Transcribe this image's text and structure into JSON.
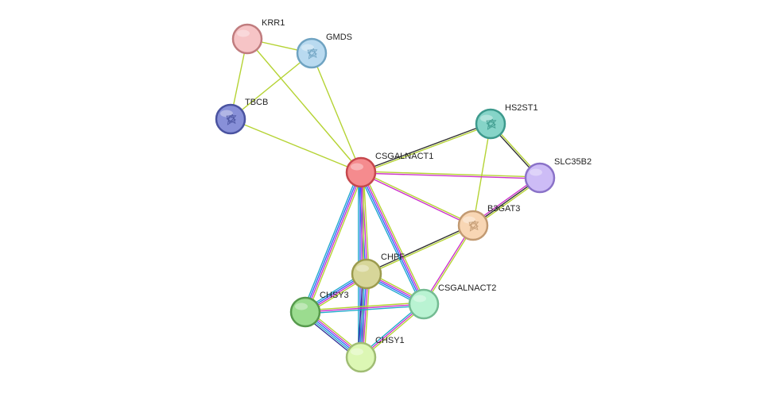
{
  "network": {
    "nodes": [
      {
        "id": "KRR1",
        "label": "KRR1",
        "color": "#f6c4c6",
        "stroke": "#c07c7e",
        "glyph": ""
      },
      {
        "id": "GMDS",
        "label": "GMDS",
        "color": "#b9daf0",
        "stroke": "#6fa3c2",
        "glyph": "protein-structure-icon"
      },
      {
        "id": "TBCB",
        "label": "TBCB",
        "color": "#8890d8",
        "stroke": "#4a53a0",
        "glyph": "protein-structure-icon"
      },
      {
        "id": "CSGALNACT1",
        "label": "CSGALNACT1",
        "color": "#f58b8e",
        "stroke": "#c6474c",
        "glyph": ""
      },
      {
        "id": "HS2ST1",
        "label": "HS2ST1",
        "color": "#86d4c8",
        "stroke": "#3d9a8d",
        "glyph": "protein-structure-icon"
      },
      {
        "id": "SLC35B2",
        "label": "SLC35B2",
        "color": "#cdbcf6",
        "stroke": "#8a72c8",
        "glyph": ""
      },
      {
        "id": "B3GAT3",
        "label": "B3GAT3",
        "color": "#f8d6b4",
        "stroke": "#c29a72",
        "glyph": "protein-structure-icon"
      },
      {
        "id": "CHPF",
        "label": "CHPF",
        "color": "#d7d699",
        "stroke": "#9c9b4e",
        "glyph": ""
      },
      {
        "id": "CHSY3",
        "label": "CHSY3",
        "color": "#9bdc8f",
        "stroke": "#569a4c",
        "glyph": ""
      },
      {
        "id": "CSGALNACT2",
        "label": "CSGALNACT2",
        "color": "#b9f3d2",
        "stroke": "#74bb92",
        "glyph": ""
      },
      {
        "id": "CHSY1",
        "label": "CHSY1",
        "color": "#dcf7b4",
        "stroke": "#a0bd74",
        "glyph": ""
      }
    ],
    "edges": [
      {
        "source": "KRR1",
        "target": "GMDS",
        "colors": [
          "#b5d334"
        ]
      },
      {
        "source": "KRR1",
        "target": "TBCB",
        "colors": [
          "#b5d334"
        ]
      },
      {
        "source": "KRR1",
        "target": "CSGALNACT1",
        "colors": [
          "#b5d334"
        ]
      },
      {
        "source": "GMDS",
        "target": "TBCB",
        "colors": [
          "#b5d334"
        ]
      },
      {
        "source": "GMDS",
        "target": "CSGALNACT1",
        "colors": [
          "#b5d334"
        ]
      },
      {
        "source": "TBCB",
        "target": "CSGALNACT1",
        "colors": [
          "#b5d334"
        ]
      },
      {
        "source": "HS2ST1",
        "target": "CSGALNACT1",
        "colors": [
          "#b5d334",
          "#333333"
        ]
      },
      {
        "source": "HS2ST1",
        "target": "SLC35B2",
        "colors": [
          "#b5d334",
          "#333333"
        ]
      },
      {
        "source": "HS2ST1",
        "target": "B3GAT3",
        "colors": [
          "#b5d334"
        ]
      },
      {
        "source": "CSGALNACT1",
        "target": "SLC35B2",
        "colors": [
          "#b5d334",
          "#cc33cc"
        ]
      },
      {
        "source": "CSGALNACT1",
        "target": "B3GAT3",
        "colors": [
          "#b5d334",
          "#cc33cc"
        ]
      },
      {
        "source": "SLC35B2",
        "target": "B3GAT3",
        "colors": [
          "#b5d334",
          "#333333",
          "#cc33cc"
        ]
      },
      {
        "source": "B3GAT3",
        "target": "CHPF",
        "colors": [
          "#b5d334",
          "#333333"
        ]
      },
      {
        "source": "B3GAT3",
        "target": "CSGALNACT2",
        "colors": [
          "#b5d334",
          "#cc33cc"
        ]
      },
      {
        "source": "CSGALNACT1",
        "target": "CHPF",
        "colors": [
          "#b5d334",
          "#cc33cc",
          "#3366ff",
          "#22aacc"
        ]
      },
      {
        "source": "CSGALNACT1",
        "target": "CHSY3",
        "colors": [
          "#b5d334",
          "#cc33cc",
          "#3366ff",
          "#22aacc"
        ]
      },
      {
        "source": "CSGALNACT1",
        "target": "CSGALNACT2",
        "colors": [
          "#b5d334",
          "#cc33cc",
          "#3366ff",
          "#22aacc"
        ]
      },
      {
        "source": "CSGALNACT1",
        "target": "CHSY1",
        "colors": [
          "#b5d334",
          "#cc33cc",
          "#3366ff",
          "#22aacc"
        ]
      },
      {
        "source": "CHPF",
        "target": "CHSY3",
        "colors": [
          "#b5d334",
          "#cc33cc",
          "#3366ff",
          "#22aacc"
        ]
      },
      {
        "source": "CHPF",
        "target": "CSGALNACT2",
        "colors": [
          "#b5d334",
          "#cc33cc",
          "#3366ff",
          "#22aacc"
        ]
      },
      {
        "source": "CHPF",
        "target": "CHSY1",
        "colors": [
          "#b5d334",
          "#cc33cc",
          "#3366ff",
          "#22aacc",
          "#333399"
        ]
      },
      {
        "source": "CHSY3",
        "target": "CSGALNACT2",
        "colors": [
          "#b5d334",
          "#cc33cc",
          "#22aacc"
        ]
      },
      {
        "source": "CHSY3",
        "target": "CHSY1",
        "colors": [
          "#b5d334",
          "#cc33cc",
          "#3366ff",
          "#22aacc",
          "#333399"
        ]
      },
      {
        "source": "CSGALNACT2",
        "target": "CHSY1",
        "colors": [
          "#b5d334",
          "#cc33cc",
          "#22aacc"
        ]
      }
    ]
  }
}
